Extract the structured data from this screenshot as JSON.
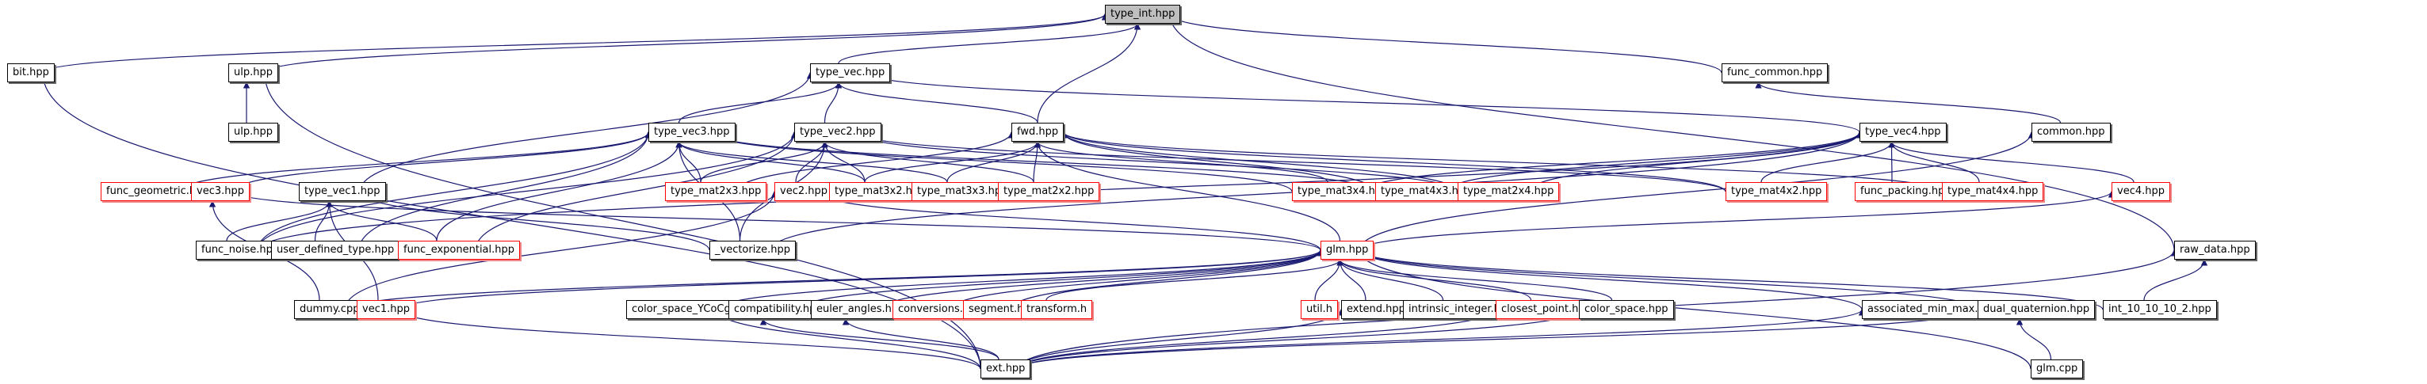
{
  "title": "type_int.hpp include dependency graph",
  "colors": {
    "edge": "#191970",
    "node_border": "#000000",
    "truncated_border": "#ff0000",
    "focus_fill": "#bfbfbf"
  },
  "nodes": [
    {
      "id": "type_int",
      "label": "type_int.hpp",
      "focus": true
    },
    {
      "id": "bit",
      "label": "bit.hpp"
    },
    {
      "id": "ulp",
      "label": "ulp.hpp"
    },
    {
      "id": "ulp2",
      "label": "ulp.hpp"
    },
    {
      "id": "type_vec",
      "label": "type_vec.hpp"
    },
    {
      "id": "func_common",
      "label": "func_common.hpp"
    },
    {
      "id": "common",
      "label": "common.hpp"
    },
    {
      "id": "type_vec3",
      "label": "type_vec3.hpp"
    },
    {
      "id": "type_vec2",
      "label": "type_vec2.hpp"
    },
    {
      "id": "fwd",
      "label": "fwd.hpp"
    },
    {
      "id": "type_vec4",
      "label": "type_vec4.hpp"
    },
    {
      "id": "func_geometric",
      "label": "func_geometric.hpp",
      "truncated": true
    },
    {
      "id": "vec3",
      "label": "vec3.hpp",
      "truncated": true
    },
    {
      "id": "type_vec1",
      "label": "type_vec1.hpp"
    },
    {
      "id": "type_mat2x3",
      "label": "type_mat2x3.hpp",
      "truncated": true
    },
    {
      "id": "vec2",
      "label": "vec2.hpp",
      "truncated": true
    },
    {
      "id": "type_mat3x2",
      "label": "type_mat3x2.hpp",
      "truncated": true
    },
    {
      "id": "type_mat3x3",
      "label": "type_mat3x3.hpp",
      "truncated": true
    },
    {
      "id": "type_mat2x2",
      "label": "type_mat2x2.hpp",
      "truncated": true
    },
    {
      "id": "type_mat3x4",
      "label": "type_mat3x4.hpp",
      "truncated": true
    },
    {
      "id": "type_mat4x3",
      "label": "type_mat4x3.hpp",
      "truncated": true
    },
    {
      "id": "type_mat2x4",
      "label": "type_mat2x4.hpp",
      "truncated": true
    },
    {
      "id": "type_mat4x2",
      "label": "type_mat4x2.hpp",
      "truncated": true
    },
    {
      "id": "func_packing",
      "label": "func_packing.hpp",
      "truncated": true
    },
    {
      "id": "type_mat4x4",
      "label": "type_mat4x4.hpp",
      "truncated": true
    },
    {
      "id": "vec4",
      "label": "vec4.hpp",
      "truncated": true
    },
    {
      "id": "func_noise",
      "label": "func_noise.hpp"
    },
    {
      "id": "user_defined_type",
      "label": "user_defined_type.hpp"
    },
    {
      "id": "func_exponential",
      "label": "func_exponential.hpp",
      "truncated": true
    },
    {
      "id": "vectorize",
      "label": "_vectorize.hpp"
    },
    {
      "id": "glm_hpp",
      "label": "glm.hpp",
      "truncated": true
    },
    {
      "id": "raw_data",
      "label": "raw_data.hpp"
    },
    {
      "id": "dummy",
      "label": "dummy.cpp"
    },
    {
      "id": "vec1",
      "label": "vec1.hpp",
      "truncated": true
    },
    {
      "id": "color_space_YCoCg",
      "label": "color_space_YCoCg.hpp"
    },
    {
      "id": "compatibility",
      "label": "compatibility.hpp"
    },
    {
      "id": "euler_angles",
      "label": "euler_angles.hpp"
    },
    {
      "id": "conversions",
      "label": "conversions.h",
      "truncated": true
    },
    {
      "id": "segment",
      "label": "segment.h",
      "truncated": true
    },
    {
      "id": "transform",
      "label": "transform.h",
      "truncated": true
    },
    {
      "id": "util",
      "label": "util.h",
      "truncated": true
    },
    {
      "id": "extend",
      "label": "extend.hpp"
    },
    {
      "id": "intrinsic_integer",
      "label": "intrinsic_integer.hpp"
    },
    {
      "id": "closest_point",
      "label": "closest_point.hpp",
      "truncated": true
    },
    {
      "id": "color_space",
      "label": "color_space.hpp"
    },
    {
      "id": "associated_min_max",
      "label": "associated_min_max.hpp"
    },
    {
      "id": "dual_quaternion",
      "label": "dual_quaternion.hpp"
    },
    {
      "id": "int_10_10_10_2",
      "label": "int_10_10_10_2.hpp"
    },
    {
      "id": "ext",
      "label": "ext.hpp"
    },
    {
      "id": "glm_cpp",
      "label": "glm.cpp"
    }
  ],
  "edges": [
    [
      "bit",
      "type_int"
    ],
    [
      "ulp",
      "type_int"
    ],
    [
      "type_vec",
      "type_int"
    ],
    [
      "fwd",
      "type_int"
    ],
    [
      "func_common",
      "type_int"
    ],
    [
      "raw_data",
      "type_int"
    ],
    [
      "ulp2",
      "ulp"
    ],
    [
      "ext",
      "ulp"
    ],
    [
      "ext",
      "bit"
    ],
    [
      "type_vec3",
      "type_vec"
    ],
    [
      "type_vec2",
      "type_vec"
    ],
    [
      "fwd",
      "type_vec"
    ],
    [
      "type_vec4",
      "type_vec"
    ],
    [
      "type_vec1",
      "type_vec"
    ],
    [
      "common",
      "func_common"
    ],
    [
      "glm_hpp",
      "common"
    ],
    [
      "type_mat2x3",
      "type_vec3"
    ],
    [
      "type_mat3x2",
      "type_vec3"
    ],
    [
      "func_geometric",
      "type_vec3"
    ],
    [
      "vec3",
      "type_vec3"
    ],
    [
      "func_noise",
      "type_vec3"
    ],
    [
      "user_defined_type",
      "type_vec3"
    ],
    [
      "func_exponential",
      "type_vec3"
    ],
    [
      "vectorize",
      "type_vec3"
    ],
    [
      "type_mat3x3",
      "type_vec3"
    ],
    [
      "type_mat4x3",
      "type_vec3"
    ],
    [
      "type_mat3x4",
      "type_vec3"
    ],
    [
      "type_mat2x3",
      "type_vec2"
    ],
    [
      "vec2",
      "type_vec2"
    ],
    [
      "type_mat3x2",
      "type_vec2"
    ],
    [
      "type_mat2x2",
      "type_vec2"
    ],
    [
      "type_mat4x2",
      "type_vec2"
    ],
    [
      "type_mat2x4",
      "type_vec2"
    ],
    [
      "func_exponential",
      "type_vec2"
    ],
    [
      "vectorize",
      "type_vec2"
    ],
    [
      "func_noise",
      "type_vec2"
    ],
    [
      "type_mat2x2",
      "fwd"
    ],
    [
      "type_mat3x3",
      "fwd"
    ],
    [
      "type_mat3x4",
      "fwd"
    ],
    [
      "type_mat4x3",
      "fwd"
    ],
    [
      "type_mat2x4",
      "fwd"
    ],
    [
      "type_mat4x2",
      "fwd"
    ],
    [
      "type_mat4x4",
      "fwd"
    ],
    [
      "type_mat2x3",
      "fwd"
    ],
    [
      "type_mat3x2",
      "fwd"
    ],
    [
      "glm_hpp",
      "fwd"
    ],
    [
      "func_packing",
      "type_vec4"
    ],
    [
      "type_mat4x4",
      "type_vec4"
    ],
    [
      "type_mat4x2",
      "type_vec4"
    ],
    [
      "type_mat2x4",
      "type_vec4"
    ],
    [
      "type_mat4x3",
      "type_vec4"
    ],
    [
      "type_mat3x4",
      "type_vec4"
    ],
    [
      "vec4",
      "type_vec4"
    ],
    [
      "vectorize",
      "type_vec4"
    ],
    [
      "func_noise",
      "type_vec4"
    ],
    [
      "func_noise",
      "type_vec1"
    ],
    [
      "user_defined_type",
      "type_vec1"
    ],
    [
      "vec1",
      "type_vec1"
    ],
    [
      "func_exponential",
      "type_vec1"
    ],
    [
      "vectorize",
      "type_vec1"
    ],
    [
      "dummy",
      "vec3"
    ],
    [
      "glm_hpp",
      "vec3"
    ],
    [
      "dummy",
      "vec2"
    ],
    [
      "glm_hpp",
      "vec2"
    ],
    [
      "glm_hpp",
      "vec4"
    ],
    [
      "dummy",
      "glm_hpp"
    ],
    [
      "vec1",
      "glm_hpp"
    ],
    [
      "color_space_YCoCg",
      "glm_hpp"
    ],
    [
      "compatibility",
      "glm_hpp"
    ],
    [
      "euler_angles",
      "glm_hpp"
    ],
    [
      "conversions",
      "glm_hpp"
    ],
    [
      "segment",
      "glm_hpp"
    ],
    [
      "transform",
      "glm_hpp"
    ],
    [
      "util",
      "glm_hpp"
    ],
    [
      "extend",
      "glm_hpp"
    ],
    [
      "intrinsic_integer",
      "glm_hpp"
    ],
    [
      "closest_point",
      "glm_hpp"
    ],
    [
      "color_space",
      "glm_hpp"
    ],
    [
      "associated_min_max",
      "glm_hpp"
    ],
    [
      "dual_quaternion",
      "glm_hpp"
    ],
    [
      "int_10_10_10_2",
      "glm_hpp"
    ],
    [
      "glm_cpp",
      "glm_hpp"
    ],
    [
      "int_10_10_10_2",
      "raw_data"
    ],
    [
      "ext",
      "raw_data"
    ],
    [
      "glm_cpp",
      "dual_quaternion"
    ],
    [
      "ext",
      "vec1"
    ],
    [
      "ext",
      "color_space_YCoCg"
    ],
    [
      "ext",
      "compatibility"
    ],
    [
      "ext",
      "euler_angles"
    ],
    [
      "ext",
      "extend"
    ],
    [
      "ext",
      "closest_point"
    ],
    [
      "ext",
      "color_space"
    ],
    [
      "ext",
      "associated_min_max"
    ],
    [
      "ext",
      "dual_quaternion"
    ]
  ]
}
